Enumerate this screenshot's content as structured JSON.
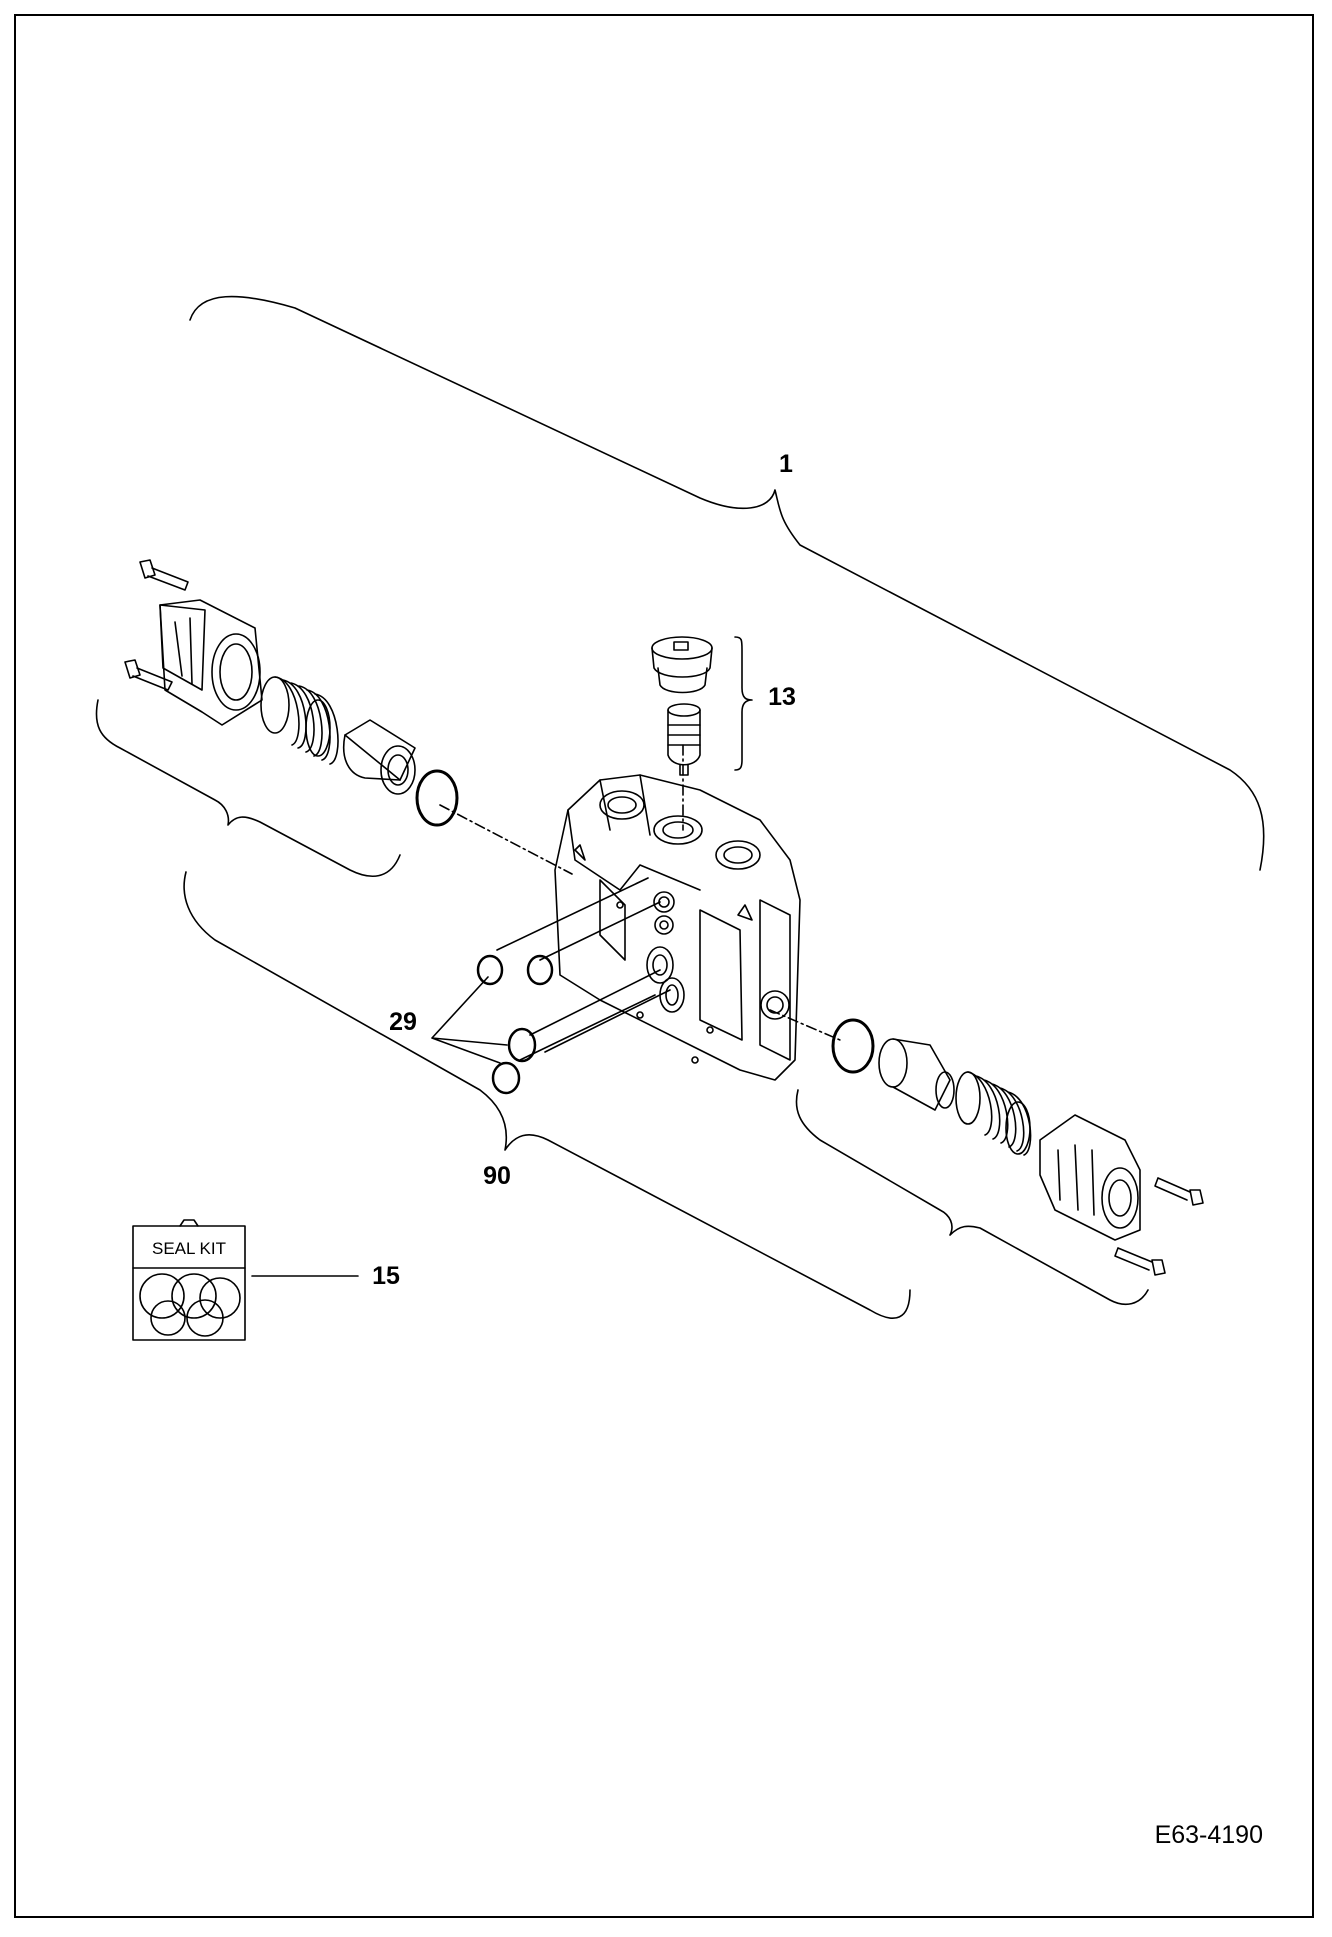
{
  "diagram": {
    "type": "exploded-parts-view",
    "callouts": [
      {
        "id": "1",
        "label": "1"
      },
      {
        "id": "13",
        "label": "13"
      },
      {
        "id": "29",
        "label": "29"
      },
      {
        "id": "90",
        "label": "90"
      },
      {
        "id": "15",
        "label": "15"
      }
    ],
    "seal_kit_label": "SEAL KIT",
    "drawing_id": "E63-4190"
  }
}
